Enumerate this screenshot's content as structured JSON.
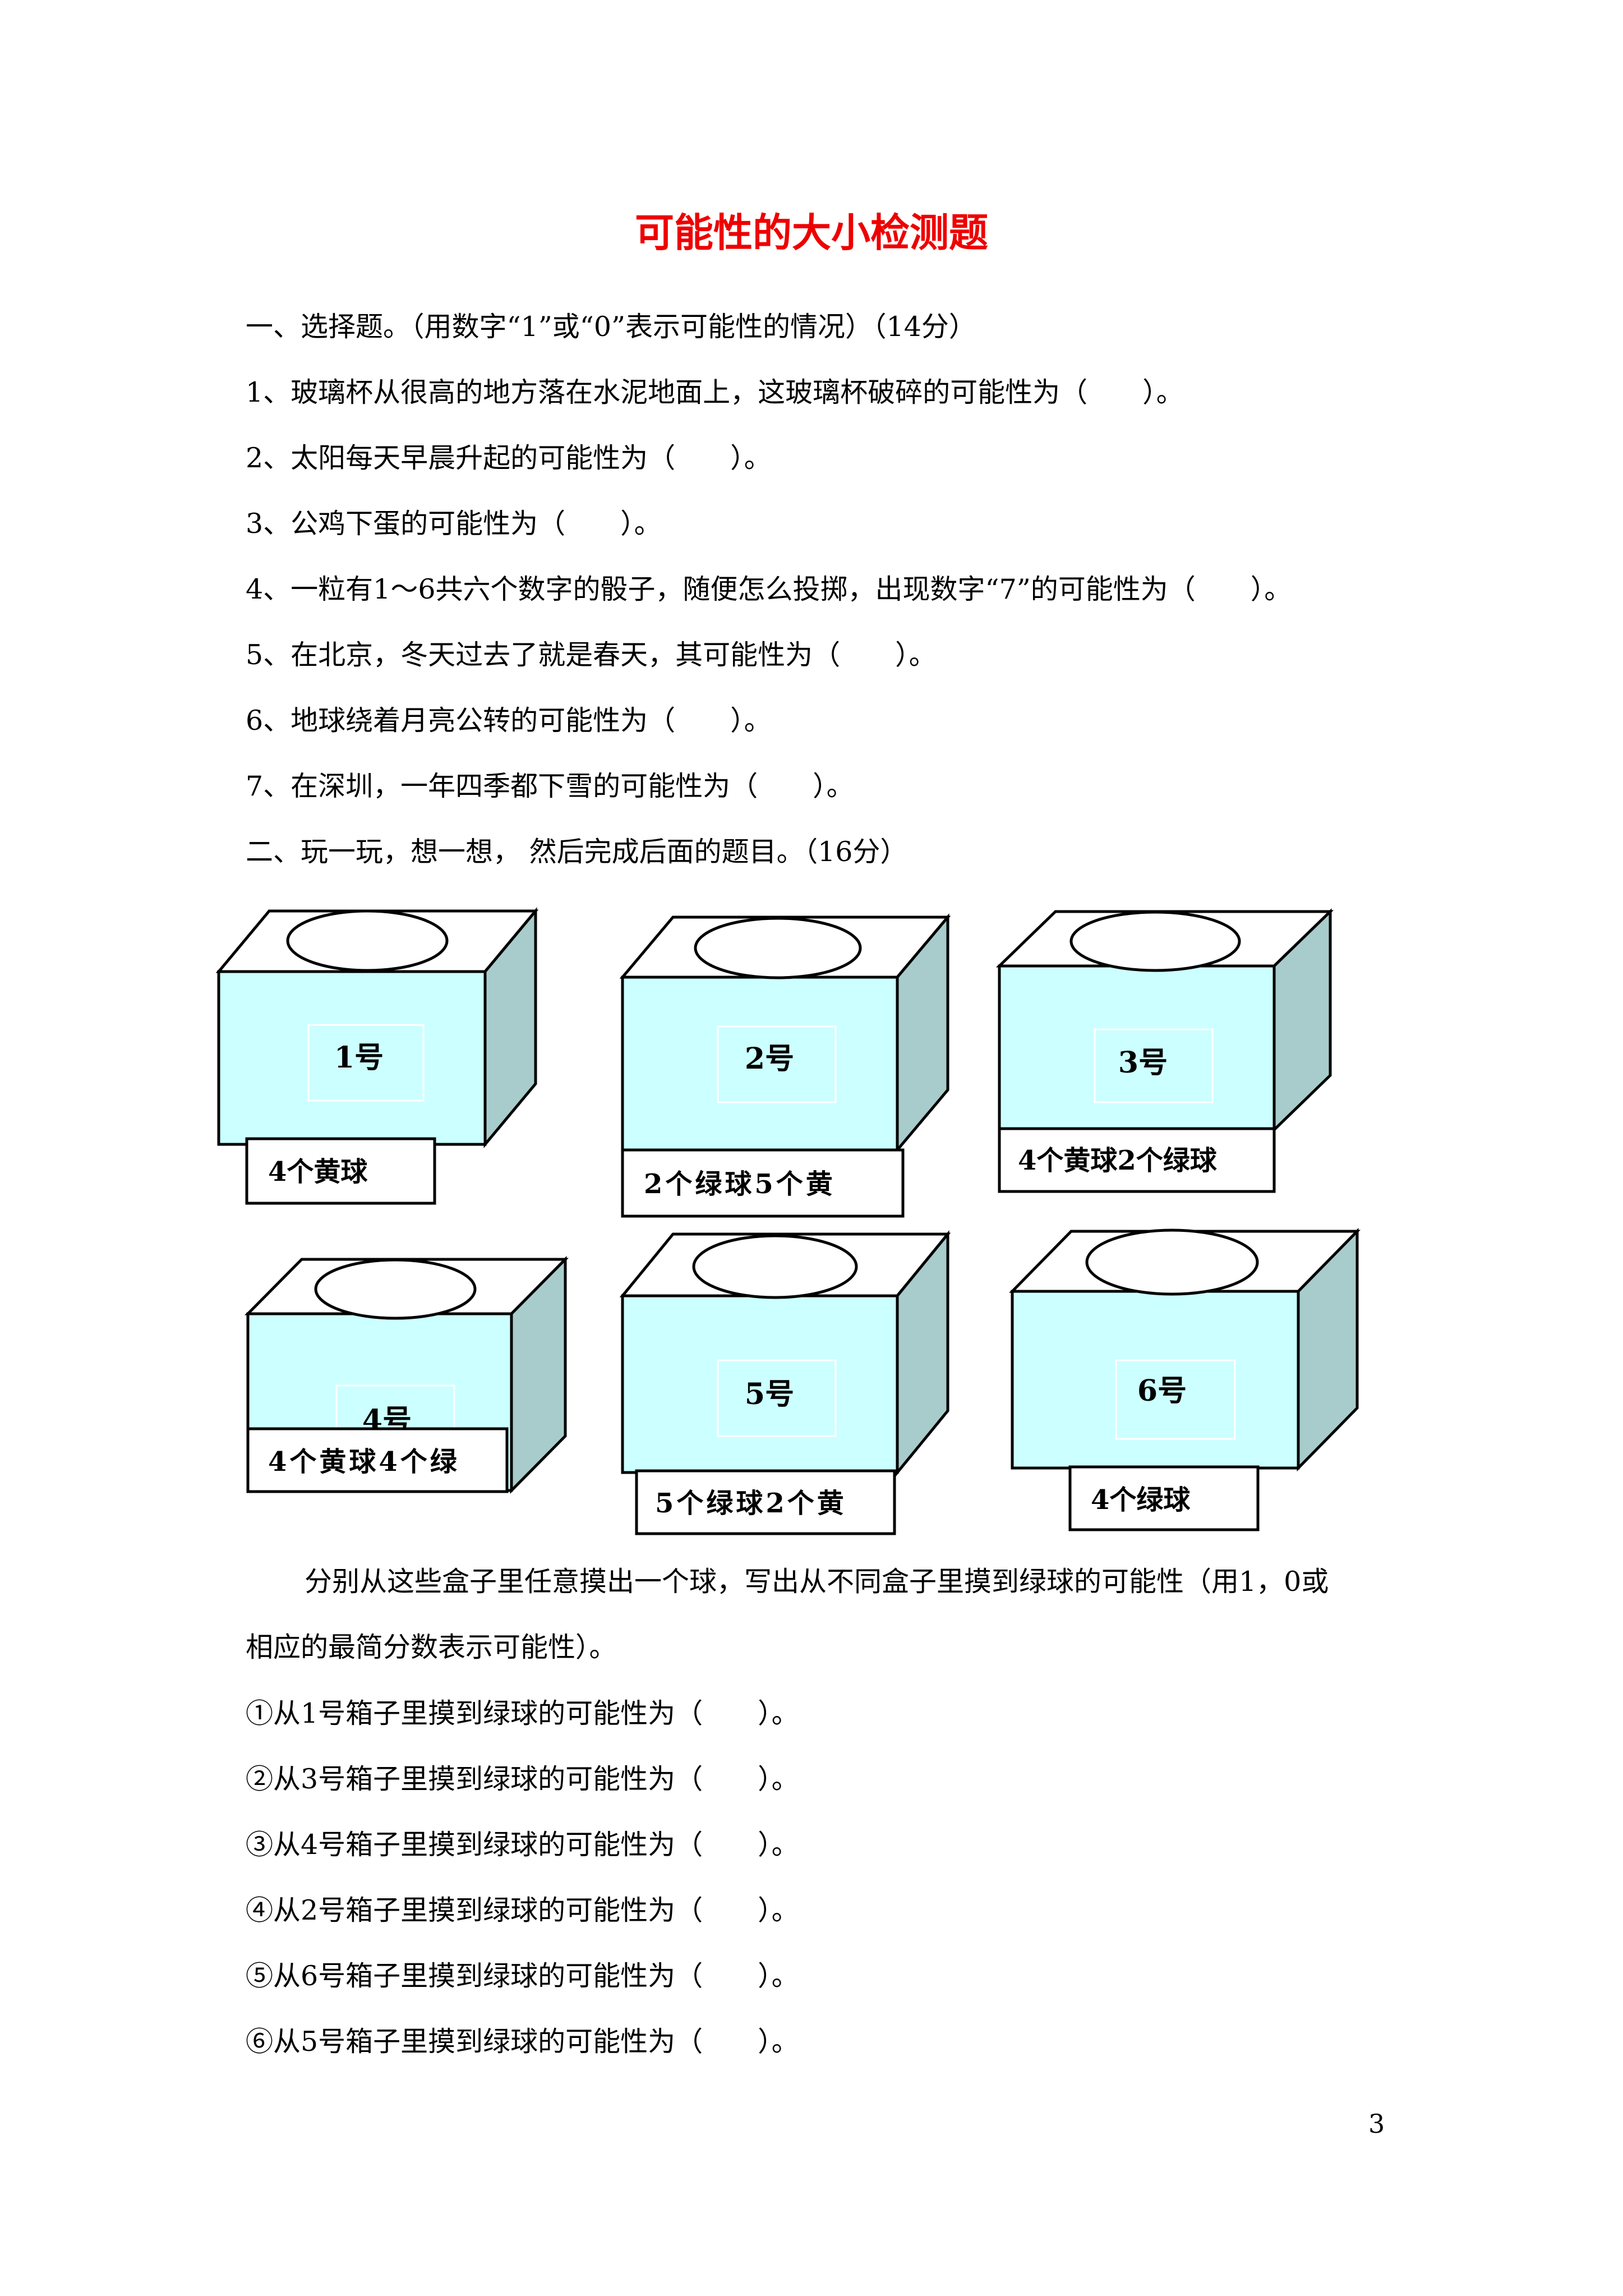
{
  "title": "可能性的大小检测题",
  "section1": {
    "heading": "一、选择题。（用数字“1”或“0”表示可能性的情况）（14分）",
    "questions": [
      "1、玻璃杯从很高的地方落在水泥地面上，这玻璃杯破碎的可能性为（　　）。",
      "2、太阳每天早晨升起的可能性为（　　）。",
      "3、公鸡下蛋的可能性为（　　）。",
      "4、一粒有1～6共六个数字的骰子，随便怎么投掷，出现数字“7”的可能性为（　　）。",
      "5、在北京，冬天过去了就是春天，其可能性为（　　）。",
      "6、地球绕着月亮公转的可能性为（　　）。",
      "7、在深圳，一年四季都下雪的可能性为（　　）。"
    ]
  },
  "section2": {
    "heading": "二、玩一玩，想一想，  然后完成后面的题目。（16分）",
    "boxes": [
      {
        "label": "1号",
        "contents": "4个黄球"
      },
      {
        "label": "2号",
        "contents": "2个绿球5个黄"
      },
      {
        "label": "3号",
        "contents": "4个黄球2个绿球"
      },
      {
        "label": "4号",
        "contents": "4个黄球4个绿"
      },
      {
        "label": "5号",
        "contents": "5个绿球2个黄"
      },
      {
        "label": "6号",
        "contents": "4个绿球"
      }
    ],
    "instruction_line1": "分别从这些盒子里任意摸出一个球，写出从不同盒子里摸到绿球的可能性（用1，0或",
    "instruction_line2": "相应的最简分数表示可能性）。",
    "questions": [
      "①从1号箱子里摸到绿球的可能性为（　　）。",
      "②从3号箱子里摸到绿球的可能性为（　　）。",
      "③从4号箱子里摸到绿球的可能性为（　　）。",
      "④从2号箱子里摸到绿球的可能性为（　　）。",
      "⑤从6号箱子里摸到绿球的可能性为（　　）。",
      "⑥从5号箱子里摸到绿球的可能性为（　　）。"
    ]
  },
  "page_number": "3",
  "colors": {
    "title": "#ee0000",
    "box_front": "#ccffff",
    "box_side": "#a8cccc"
  }
}
